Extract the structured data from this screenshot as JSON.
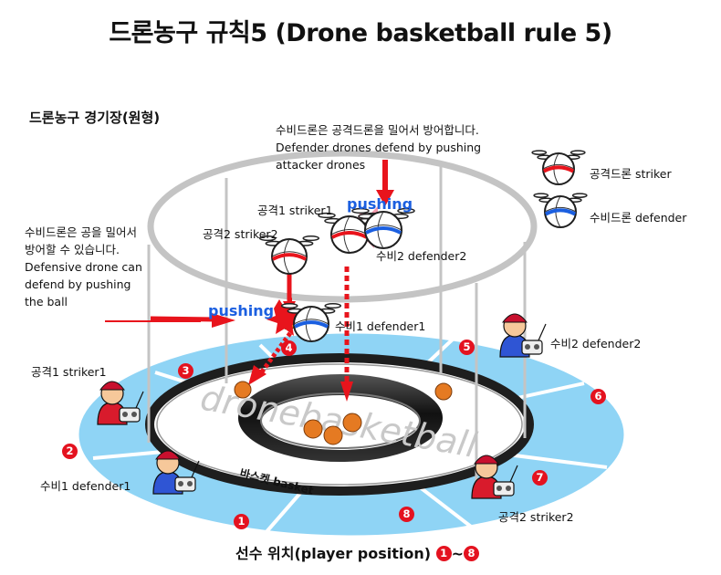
{
  "title": "드론농구 규칙5 (Drone basketball rule 5)",
  "stadium_label": "드론농구 경기장(원형)",
  "notes": {
    "defender_push_drones": "수비드론은 공격드론을 밀어서 방어합니다.\nDefender drones defend by pushing\nattacker drones",
    "defender_push_ball": "수비드론은 공을 밀어서\n방어할 수 있습니다.\nDefensive drone can\ndefend by pushing\nthe ball"
  },
  "legend": {
    "striker": "공격드론 striker",
    "defender": "수비드론 defender"
  },
  "drones": {
    "striker1": "공격1 striker1",
    "striker2": "공격2 striker2",
    "defender2": "수비2 defender2",
    "defender1": "수비1 defender1"
  },
  "pushing": "pushing",
  "players": {
    "striker1": "공격1 striker1",
    "defender1": "수비1 defender1",
    "defender2": "수비2 defender2",
    "striker2": "공격2 striker2"
  },
  "basket_label": "바스켓 basket",
  "floor_text": "dronebasketball",
  "positions": [
    "1",
    "2",
    "3",
    "4",
    "5",
    "6",
    "7",
    "8"
  ],
  "player_position": {
    "label": "선수 위치(player position)",
    "range_start": "1",
    "range_sep": "~",
    "range_end": "8"
  },
  "colors": {
    "zone": "#8fd4f5",
    "ring": "#1e1e1e",
    "badge": "#e4121f",
    "pushing": "#1b5fe0",
    "arrow": "#e8141c"
  }
}
